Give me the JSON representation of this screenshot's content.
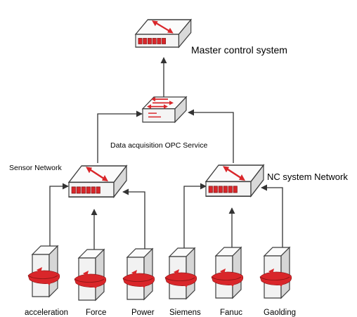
{
  "nodes": {
    "master": {
      "label": "Master control system",
      "icon": "network-switch-icon"
    },
    "opc": {
      "label": "Data acquisition OPC Service",
      "icon": "network-hub-icon"
    },
    "sensor_network": {
      "label": "Sensor Network",
      "icon": "network-switch-icon"
    },
    "nc_network": {
      "label": "NC system Network",
      "icon": "network-switch-icon"
    }
  },
  "devices": [
    {
      "label": "acceleration",
      "icon": "server-tower-icon"
    },
    {
      "label": "Force",
      "icon": "server-tower-icon"
    },
    {
      "label": "Power",
      "icon": "server-tower-icon"
    },
    {
      "label": "Siemens",
      "icon": "server-tower-icon"
    },
    {
      "label": "Fanuc",
      "icon": "server-tower-icon"
    },
    {
      "label": "Gaolding",
      "icon": "server-tower-icon"
    }
  ],
  "colors": {
    "accent": "#d9262a",
    "device_body": "#f2f2f2",
    "outline": "#3c3c3c",
    "connector": "#333333"
  }
}
